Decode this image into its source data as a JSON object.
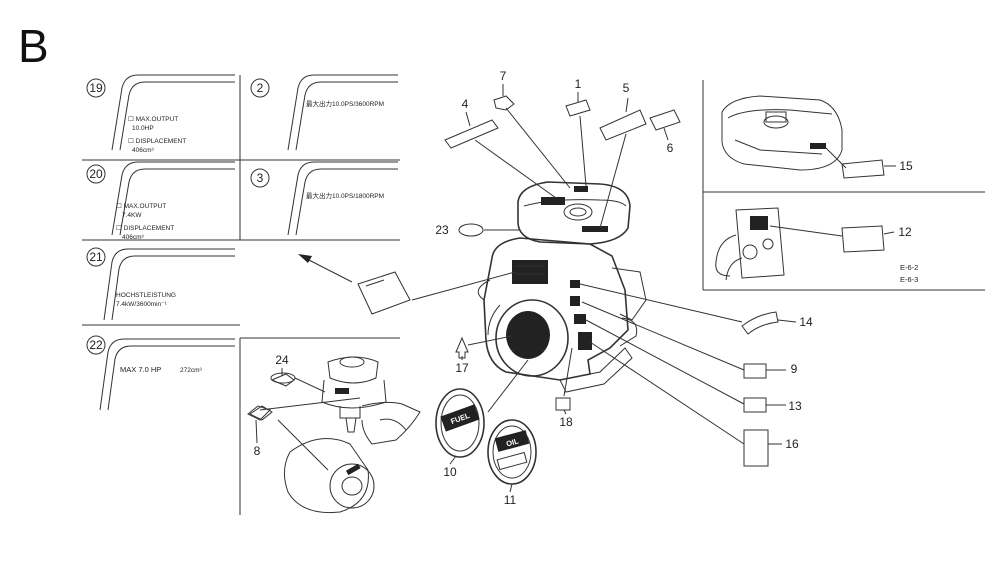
{
  "section_letter": "B",
  "code_refs": [
    "E-6-2",
    "E-6-3"
  ],
  "label_panels": [
    {
      "num": "19",
      "lines": [
        "☐ MAX.OUTPUT",
        "10.0HP",
        "☐ DISPLACEMENT",
        "406cm³"
      ]
    },
    {
      "num": "2",
      "lines": [
        "最大出力10.0PS/3600RPM"
      ]
    },
    {
      "num": "20",
      "lines": [
        "☐ MAX.OUTPUT",
        "7.4KW",
        "☐ DISPLACEMENT",
        "406cm³"
      ]
    },
    {
      "num": "3",
      "lines": [
        "最大出力10.0PS/1800RPM"
      ]
    },
    {
      "num": "21",
      "lines": [
        "HOCHSTLEISTUNG",
        "7.4kW/3600min⁻¹"
      ]
    },
    {
      "num": "22",
      "lines": [
        "MAX 7.0 HP",
        "272cm³"
      ]
    }
  ],
  "callouts": [
    "1",
    "4",
    "5",
    "6",
    "7",
    "8",
    "9",
    "10",
    "11",
    "12",
    "13",
    "14",
    "15",
    "16",
    "17",
    "18",
    "23",
    "24"
  ],
  "badges": {
    "fuel": "FUEL",
    "oil": "OIL"
  }
}
